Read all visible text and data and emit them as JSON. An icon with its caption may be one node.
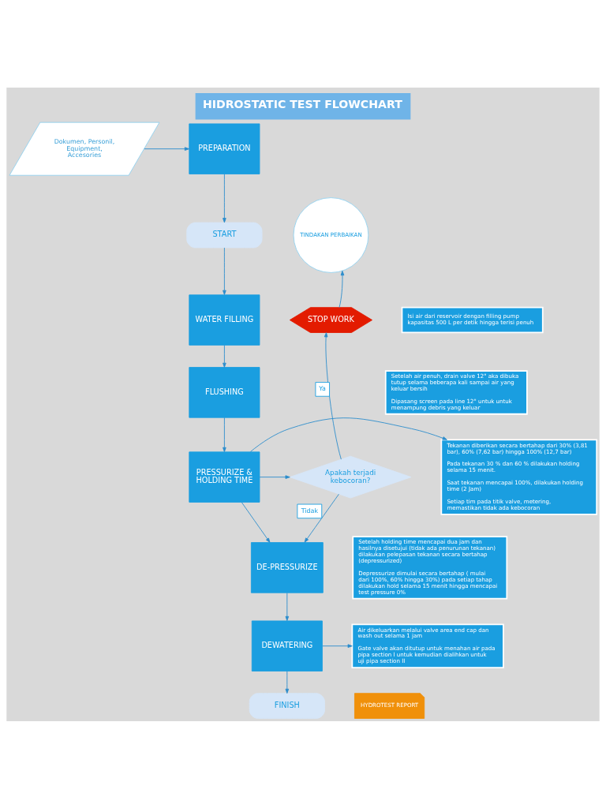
{
  "diagram": {
    "title": "HIDROSTATIC TEST FLOWCHART",
    "nodes": [
      {
        "text": [
          "PREPARATION"
        ]
      },
      {
        "text": [
          "Dokumen, Personil, Equipment, Accesories"
        ]
      },
      {
        "text": [
          "START"
        ]
      },
      {
        "text": [
          "WATER FILLING"
        ]
      },
      {
        "text": [
          "Isi air dari reservoir dengan filling pump kapasitas 500 L per detik hingga terisi penuh"
        ]
      },
      {
        "text": [
          "FLUSHING"
        ]
      },
      {
        "text": [
          "Setelah air penuh, drain valve 12\" aka dibuka tutup selama beberapa kali sampai air yang keluar bersih",
          "Dipasang screen pada line 12\" untuk untuk menampung debris yang keluar"
        ]
      },
      {
        "text": [
          "PRESSURIZE & HOLDING TIME"
        ]
      },
      {
        "text": [
          "Tekanan diberikan secara bertahap dari 30% (3,81 bar), 60% (7,62 bar) hingga 100% (12,7 bar)",
          "Pada tekanan 30 % dan 60 % dilakukan holding selama 15 menit.",
          "Saat tekanan mencapai 100%, dilakukan holding time (2 Jam)",
          "Setiap tim pada titik valve, metering, memastikan tidak ada kebocoran"
        ]
      },
      {
        "text": [
          "Apakah terjadi kebocoran?"
        ]
      },
      {
        "text": [
          "STOP WORK"
        ]
      },
      {
        "text": [
          "TINDAKAN PERBAIKAN"
        ]
      },
      {
        "text": [
          "DE-PRESSURIZE"
        ]
      },
      {
        "text": [
          "Setelah holding time mencapai dua jam dan hasilnya disetujui (tidak ada penurunan tekanan) dilakukan pelepasan tekanan secara bertahap (depressurized)",
          "Depressurize dimulai secara bertahap ( mulai dari 100%, 60% hingga 30%) pada setiap tahap dilakukan hold selama 15 menit hingga mencapai test pressure 0%"
        ]
      },
      {
        "text": [
          "DEWATERING"
        ]
      },
      {
        "text": [
          "Air dikeluarkan melalui valve area end cap dan wash out selama 1 jam",
          "Gate valve akan ditutup untuk menahan air pada pipa section I untuk kemudian dialihkan untuk uji pipa section II"
        ]
      },
      {
        "text": [
          "FINISH"
        ]
      },
      {
        "text": [
          "HYDROTEST REPORT"
        ]
      }
    ],
    "edges": [
      {
        "from": 1,
        "to": 0,
        "arrow": "to"
      },
      {
        "from": 0,
        "to": 2,
        "arrow": "to"
      },
      {
        "from": 2,
        "to": 3,
        "arrow": "to"
      },
      {
        "from": 3,
        "to": 5,
        "arrow": "to"
      },
      {
        "from": 5,
        "to": 7,
        "arrow": "to"
      },
      {
        "from": 7,
        "to": 8,
        "arrow": "to"
      },
      {
        "from": 7,
        "to": 9,
        "arrow": "to"
      },
      {
        "from": 9,
        "to": 10,
        "arrow": "to",
        "label": "Ya"
      },
      {
        "from": 10,
        "to": 11,
        "arrow": "to"
      },
      {
        "from": 9,
        "to": 12,
        "arrow": "to",
        "label": "Tidak"
      },
      {
        "from": 7,
        "to": 12,
        "arrow": "to"
      },
      {
        "from": 12,
        "to": 14,
        "arrow": "to"
      },
      {
        "from": 14,
        "to": 15,
        "arrow": "to"
      },
      {
        "from": 14,
        "to": 16,
        "arrow": "to"
      }
    ]
  }
}
